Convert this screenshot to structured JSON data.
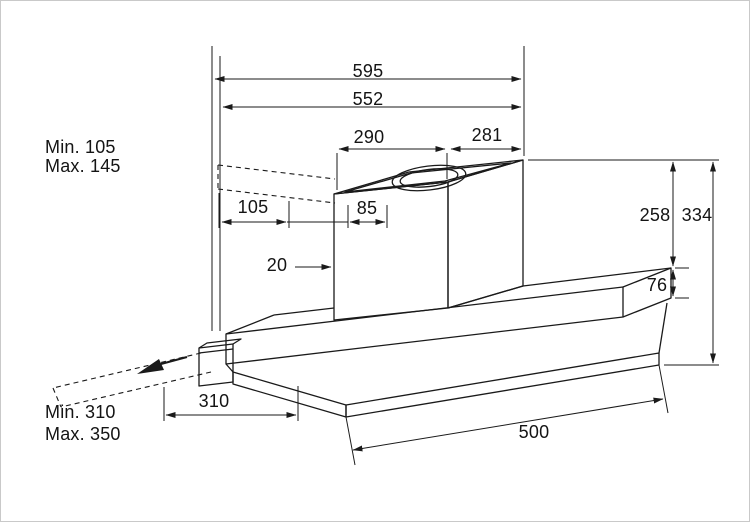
{
  "diagram": {
    "kind": "cooker-hood dimension drawing",
    "background": "#ffffff",
    "line_color": "#1a1a1a",
    "dimensions": {
      "overall_width": "595",
      "inner_width": "552",
      "duct_box_width": "290",
      "duct_box_depth": "281",
      "top_clearance_min": "Min. 105",
      "top_clearance_max": "Max. 145",
      "offset_105": "105",
      "offset_85": "85",
      "offset_20": "20",
      "duct_box_height": "258",
      "total_height": "334",
      "body_height": "76",
      "pullout_min": "Min. 310",
      "pullout_max": "Max. 350",
      "pullout_travel": "310",
      "panel_depth": "500"
    }
  }
}
